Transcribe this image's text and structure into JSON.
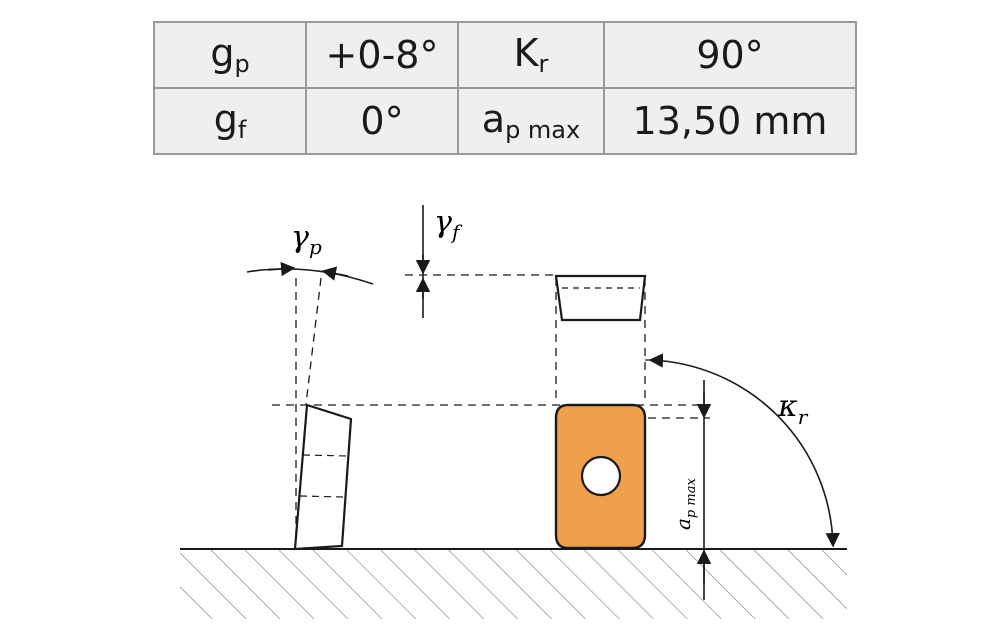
{
  "table": {
    "rows": [
      {
        "sym1": "g",
        "sub1": "p",
        "val1": "+0-8°",
        "sym2": "K",
        "sub2": "r",
        "val2": "90°"
      },
      {
        "sym1": "g",
        "sub1": "f",
        "val1": "0°",
        "sym2": "a",
        "sub2": "p max",
        "val2": "13,50 mm"
      }
    ]
  },
  "diagram": {
    "gamma_p_symbol": "γ",
    "gamma_p_sub": "p",
    "gamma_f_symbol": "γ",
    "gamma_f_sub": "f",
    "kappa_symbol": "κ",
    "kappa_sub": "r",
    "ap_symbol": "a",
    "ap_sub": "p max",
    "insert_color": "#f0a04b",
    "outline_color": "#1a1a1a"
  }
}
